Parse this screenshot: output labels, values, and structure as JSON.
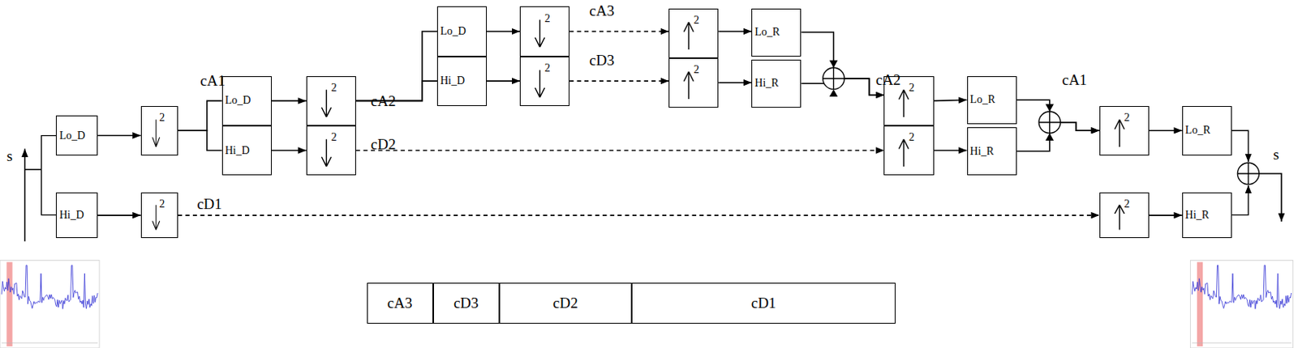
{
  "diagram": {
    "nodes": [
      {
        "text": [
          "Lo_D"
        ]
      },
      {
        "text": [
          "Hi_D"
        ]
      },
      {
        "text": [
          "2"
        ]
      },
      {
        "text": [
          "2"
        ]
      },
      {
        "text": [
          "Lo_D"
        ]
      },
      {
        "text": [
          "Hi_D"
        ]
      },
      {
        "text": [
          "2"
        ]
      },
      {
        "text": [
          "2"
        ]
      },
      {
        "text": [
          "Lo_D"
        ]
      },
      {
        "text": [
          "Hi_D"
        ]
      },
      {
        "text": [
          "2"
        ]
      },
      {
        "text": [
          "2"
        ]
      },
      {
        "text": [
          "2"
        ]
      },
      {
        "text": [
          "2"
        ]
      },
      {
        "text": [
          "Lo_R"
        ]
      },
      {
        "text": [
          "Hi_R"
        ]
      },
      {
        "text": [
          "2"
        ]
      },
      {
        "text": [
          "2"
        ]
      },
      {
        "text": [
          "Lo_R"
        ]
      },
      {
        "text": [
          "Hi_R"
        ]
      },
      {
        "text": [
          "2"
        ]
      },
      {
        "text": [
          "Lo_R"
        ]
      },
      {
        "text": [
          "2"
        ]
      },
      {
        "text": [
          "Hi_R"
        ]
      },
      {
        "text": [
          "cA3"
        ]
      },
      {
        "text": [
          "cD3"
        ]
      },
      {
        "text": [
          "cD2"
        ]
      },
      {
        "text": [
          "cD1"
        ]
      }
    ],
    "edges": [
      {
        "from": 0,
        "to": 2,
        "arrow": "to"
      },
      {
        "from": 1,
        "to": 3,
        "arrow": "to"
      },
      {
        "from": 2,
        "to": 4,
        "arrow": "none"
      },
      {
        "from": 2,
        "to": 5,
        "arrow": "none"
      },
      {
        "from": 4,
        "to": 6,
        "arrow": "to"
      },
      {
        "from": 5,
        "to": 7,
        "arrow": "to"
      },
      {
        "from": 6,
        "to": 8,
        "arrow": "none"
      },
      {
        "from": 6,
        "to": 9,
        "arrow": "none"
      },
      {
        "from": 8,
        "to": 10,
        "arrow": "to"
      },
      {
        "from": 9,
        "to": 11,
        "arrow": "to"
      },
      {
        "from": 10,
        "to": 12,
        "label": "cA3",
        "arrow": "to"
      },
      {
        "from": 11,
        "to": 13,
        "label": "cD3",
        "arrow": "to"
      },
      {
        "from": 12,
        "to": 14,
        "arrow": "to"
      },
      {
        "from": 13,
        "to": 15,
        "arrow": "to"
      },
      {
        "from": 14,
        "to": 16,
        "arrow": "to"
      },
      {
        "from": 15,
        "to": 16,
        "arrow": "to"
      },
      {
        "from": 7,
        "to": 17,
        "label": "cD2",
        "arrow": "to"
      },
      {
        "from": 16,
        "to": 18,
        "arrow": "to"
      },
      {
        "from": 17,
        "to": 19,
        "arrow": "to"
      },
      {
        "from": 18,
        "to": 20,
        "arrow": "to"
      },
      {
        "from": 19,
        "to": 20,
        "arrow": "to"
      },
      {
        "from": 3,
        "to": 22,
        "label": "cD1",
        "arrow": "to"
      },
      {
        "from": 20,
        "to": 21,
        "arrow": "to"
      },
      {
        "from": 22,
        "to": 23,
        "arrow": "to"
      }
    ],
    "labels": [
      "s",
      "cA1",
      "cA2",
      "cA2",
      "cA1",
      "s"
    ]
  }
}
